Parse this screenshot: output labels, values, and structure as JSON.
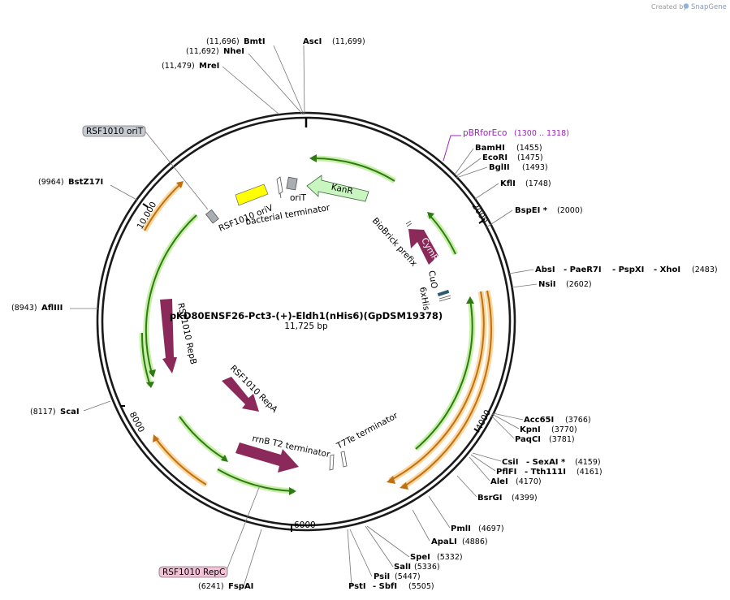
{
  "credit": {
    "prefix": "Created by",
    "brand": "SnapGene"
  },
  "plasmid": {
    "name": "pKD80ENSF26-Pct3-(+)-Eldh1(nHis6)(GpDSM19378)",
    "size_label": "11,725 bp"
  },
  "ticks": [
    "2000",
    "4000",
    "6000",
    "8000",
    "10,000"
  ],
  "boxed_labels": {
    "orit_box": "RSF1010 oriT",
    "repc_box": "RSF1010 RepC",
    "primer": {
      "name": "pBRforEco",
      "range": "(1300 .. 1318)",
      "color": "#a020c0"
    }
  },
  "features": {
    "kanr": "KanR",
    "cymr": "CymR",
    "repb": "RSF1010 RepB",
    "repa": "RSF1010 RepA",
    "oriv": "RSF1010 oriV",
    "orit": "oriT",
    "bact_term": "bacterial terminator",
    "biobrick": "BioBrick prefix",
    "cuo": "CuO",
    "his6": "6xHis",
    "rrnb": "rrnB T2 terminator",
    "t7te": "T7Te terminator"
  },
  "sites": [
    {
      "id": "bmti",
      "name": "BmtI",
      "pos": "(11,696)"
    },
    {
      "id": "ascI",
      "name": "AscI",
      "pos": "(11,699)"
    },
    {
      "id": "nhei",
      "name": "NheI",
      "pos": "(11,692)"
    },
    {
      "id": "mrei",
      "name": "MreI",
      "pos": "(11,479)"
    },
    {
      "id": "bstz17i",
      "name": "BstZ17I",
      "pos": "(9964)"
    },
    {
      "id": "aflIII",
      "name": "AflIII",
      "pos": "(8943)"
    },
    {
      "id": "scai",
      "name": "ScaI",
      "pos": "(8117)"
    },
    {
      "id": "fspai",
      "name": "FspAI",
      "pos": "(6241)"
    },
    {
      "id": "psti",
      "name": "PstI",
      "pos": ""
    },
    {
      "id": "sbfi",
      "name": "- SbfI",
      "pos": "(5505)"
    },
    {
      "id": "psii",
      "name": "PsiI",
      "pos": "(5447)"
    },
    {
      "id": "sali",
      "name": "SalI",
      "pos": "(5336)"
    },
    {
      "id": "spei",
      "name": "SpeI",
      "pos": "(5332)"
    },
    {
      "id": "apali",
      "name": "ApaLI",
      "pos": "(4886)"
    },
    {
      "id": "pmli",
      "name": "PmlI",
      "pos": "(4697)"
    },
    {
      "id": "bsrgi",
      "name": "BsrGI",
      "pos": "(4399)"
    },
    {
      "id": "alei",
      "name": "AleI",
      "pos": "(4170)"
    },
    {
      "id": "pflfi",
      "name": "PflFI",
      "pos": ""
    },
    {
      "id": "tth111i",
      "name": "- Tth111I",
      "pos": "(4161)"
    },
    {
      "id": "csii",
      "name": "CsiI",
      "pos": ""
    },
    {
      "id": "sexai",
      "name": "- SexAI *",
      "pos": "(4159)"
    },
    {
      "id": "paqci",
      "name": "PaqCI",
      "pos": "(3781)"
    },
    {
      "id": "kpni",
      "name": "KpnI",
      "pos": "(3770)"
    },
    {
      "id": "acc65i",
      "name": "Acc65I",
      "pos": "(3766)"
    },
    {
      "id": "nsii",
      "name": "NsiI",
      "pos": "(2602)"
    },
    {
      "id": "absi",
      "name": "AbsI",
      "pos": ""
    },
    {
      "id": "paer7i",
      "name": "- PaeR7I",
      "pos": ""
    },
    {
      "id": "pspxi",
      "name": "- PspXI",
      "pos": ""
    },
    {
      "id": "xhoi",
      "name": "- XhoI",
      "pos": "(2483)"
    },
    {
      "id": "bspei",
      "name": "BspEI *",
      "pos": "(2000)"
    },
    {
      "id": "kfli",
      "name": "KflI",
      "pos": "(1748)"
    },
    {
      "id": "bglii",
      "name": "BglII",
      "pos": "(1493)"
    },
    {
      "id": "ecori",
      "name": "EcoRI",
      "pos": "(1475)"
    },
    {
      "id": "bamhi",
      "name": "BamHI",
      "pos": "(1455)"
    }
  ],
  "colors": {
    "backbone": "#1a1a1a",
    "gene": "#8b2a5a",
    "kanr": "#c8f5c0",
    "orf_green": "#2f7a14",
    "orf_orange": "#c07010",
    "orf_glow_green": "#c6f0a6",
    "orf_glow_orange": "#fbd7a0",
    "oriv": "#ffff00",
    "grey_box": "#a9aeb3",
    "orit_box_fill": "#c6cbd1",
    "repc_box_fill": "#f4c2d6"
  }
}
